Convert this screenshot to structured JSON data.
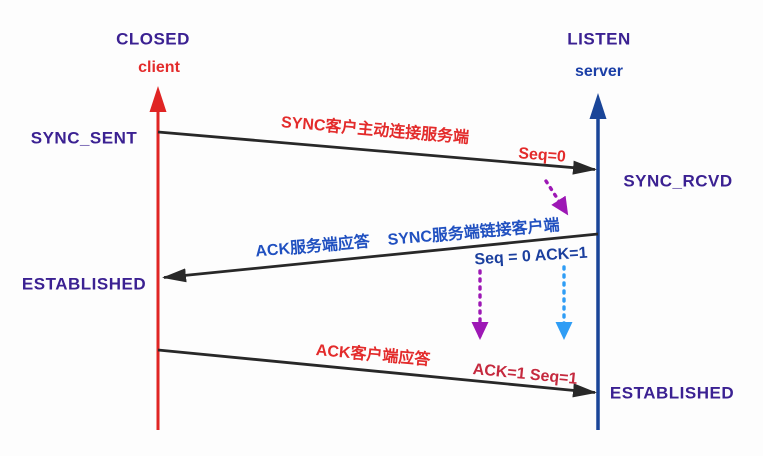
{
  "lifelines": {
    "client": {
      "top_state": "CLOSED",
      "role": "client"
    },
    "server": {
      "top_state": "LISTEN",
      "role": "server"
    }
  },
  "states": {
    "client_after_syn": "SYNC_SENT",
    "server_after_syn": "SYNC_RCVD",
    "client_established": "ESTABLISHED",
    "server_established": "ESTABLISHED"
  },
  "messages": {
    "syn": {
      "label": "SYNC客户主动连接服务端",
      "annotation": "Seq=0",
      "direction": "client-to-server"
    },
    "syn_ack": {
      "label_ack": "ACK服务端应答",
      "label_syn": "SYNC服务端链接客户端",
      "annotation": "Seq = 0 ACK=1",
      "direction": "server-to-client"
    },
    "ack": {
      "label": "ACK客户端应答",
      "annotation": "ACK=1 Seq=1",
      "direction": "client-to-server"
    }
  },
  "colors": {
    "state_label_purple": "#3b2192",
    "client_red": "#e32b2b",
    "server_blue": "#2050c0",
    "annotation_navy": "#1b3f9e",
    "ack_seq_crimson": "#c5293e",
    "message_line_black": "#282828",
    "client_line_red": "#e02524",
    "server_line_blue": "#1a4598",
    "dashed_arrow_purple": "#9d18b5",
    "dashed_arrow_blue": "#2f9df5"
  }
}
